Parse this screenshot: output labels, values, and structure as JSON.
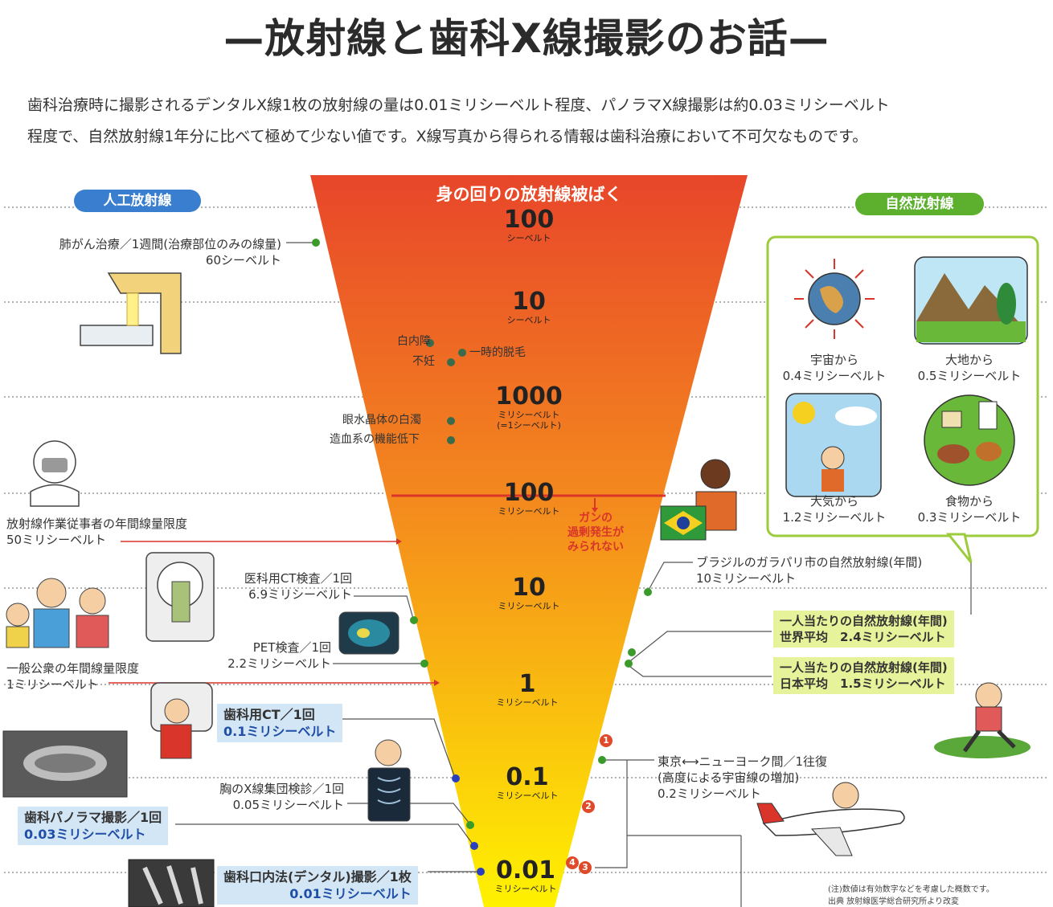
{
  "title": "—放射線と歯科X線撮影のお話—",
  "intro": [
    "歯科治療時に撮影されるデンタルX線1枚の放射線の量は0.01ミリシーベルト程度、パノラマX線撮影は約0.03ミリシーベルト",
    "程度で、自然放射線1年分に比べて極めて少ない値です。X線写真から得られる情報は歯科治療において不可欠なものです。"
  ],
  "labels": {
    "artificial": "人工放射線",
    "natural": "自然放射線",
    "funnel_title": "身の回りの放射線被ばく"
  },
  "colors": {
    "artificial_pill": "#3a7fcf",
    "natural_pill": "#5cb02e",
    "funnel_top": "#e8462a",
    "funnel_bottom": "#fff200",
    "threshold_line": "#d9352a",
    "dot_green": "#3a9a2a",
    "dot_blue": "#2a3fbf"
  },
  "scale": [
    {
      "n": "100",
      "u": "シーベルト"
    },
    {
      "n": "10",
      "u": "シーベルト"
    },
    {
      "n": "1000",
      "u": "ミリシーベルト",
      "u2": "(=1シーベルト)"
    },
    {
      "n": "100",
      "u": "ミリシーベルト"
    },
    {
      "n": "10",
      "u": "ミリシーベルト"
    },
    {
      "n": "1",
      "u": "ミリシーベルト"
    },
    {
      "n": "0.1",
      "u": "ミリシーベルト"
    },
    {
      "n": "0.01",
      "u": "ミリシーベルト"
    }
  ],
  "effects": {
    "cataract": "白内障",
    "sterility": "不妊",
    "hair_loss": "一時的脱毛",
    "lens_opacity": "眼水晶体の白濁",
    "blood": "造血系の機能低下",
    "cancer": [
      "ガンの",
      "過剰発生が",
      "みられない"
    ]
  },
  "left": {
    "lung_cancer": [
      "肺がん治療／1週間(治療部位のみの線量)",
      "60シーベルト"
    ],
    "workers": [
      "放射線作業従事者の年間線量限度",
      "50ミリシーベルト"
    ],
    "medical_ct": [
      "医科用CT検査／1回",
      "6.9ミリシーベルト"
    ],
    "pet": [
      "PET検査／1回",
      "2.2ミリシーベルト"
    ],
    "public": [
      "一般公衆の年間線量限度",
      "1ミリシーベルト"
    ],
    "chest": [
      "胸のX線集団検診／1回",
      "0.05ミリシーベルト"
    ]
  },
  "dental": {
    "ct": {
      "label": "歯科用CT／1回",
      "value": "0.1ミリシーベルト"
    },
    "panorama": {
      "label": "歯科パノラマ撮影／1回",
      "value": "0.03ミリシーベルト"
    },
    "intraoral": {
      "label": "歯科口内法(デンタル)撮影／1枚",
      "value": "0.01ミリシーベルト"
    }
  },
  "right": {
    "space": [
      "宇宙から",
      "0.4ミリシーベルト"
    ],
    "ground": [
      "大地から",
      "0.5ミリシーベルト"
    ],
    "air": [
      "大気から",
      "1.2ミリシーベルト"
    ],
    "food": [
      "食物から",
      "0.3ミリシーベルト"
    ],
    "brazil": [
      "ブラジルのガラパリ市の自然放射線(年間)",
      "10ミリシーベルト"
    ],
    "world": [
      "一人当たりの自然放射線(年間)",
      "世界平均　2.4ミリシーベルト"
    ],
    "japan": [
      "一人当たりの自然放射線(年間)",
      "日本平均　1.5ミリシーベルト"
    ],
    "flight": [
      "東京⟷ニューヨーク間／1往復",
      "(高度による宇宙線の増加)",
      "0.2ミリシーベルト"
    ]
  },
  "badges": [
    "1",
    "2",
    "4",
    "3"
  ],
  "footnote": [
    "(注)数値は有効数字などを考慮した概数です。",
    "出典 放射線医学総合研究所より改変"
  ]
}
